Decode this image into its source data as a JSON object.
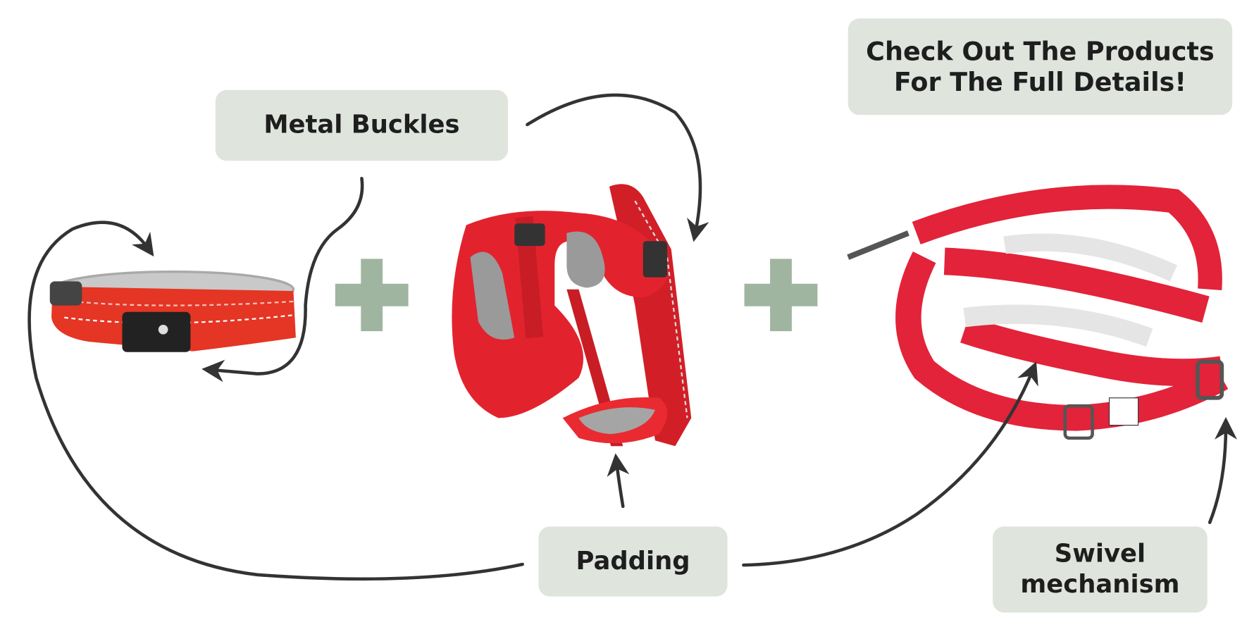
{
  "labels": {
    "metal_buckles": "Metal Buckles",
    "cta_line1": "Check Out The Products",
    "cta_line2": "For The Full Details!",
    "padding": "Padding",
    "swivel_line1": "Swivel",
    "swivel_line2": "mechanism"
  },
  "colors": {
    "label_bg": "#dfe4dd",
    "plus": "#9fb5a0",
    "arrow": "#333333",
    "product_red": "#e2232e"
  }
}
